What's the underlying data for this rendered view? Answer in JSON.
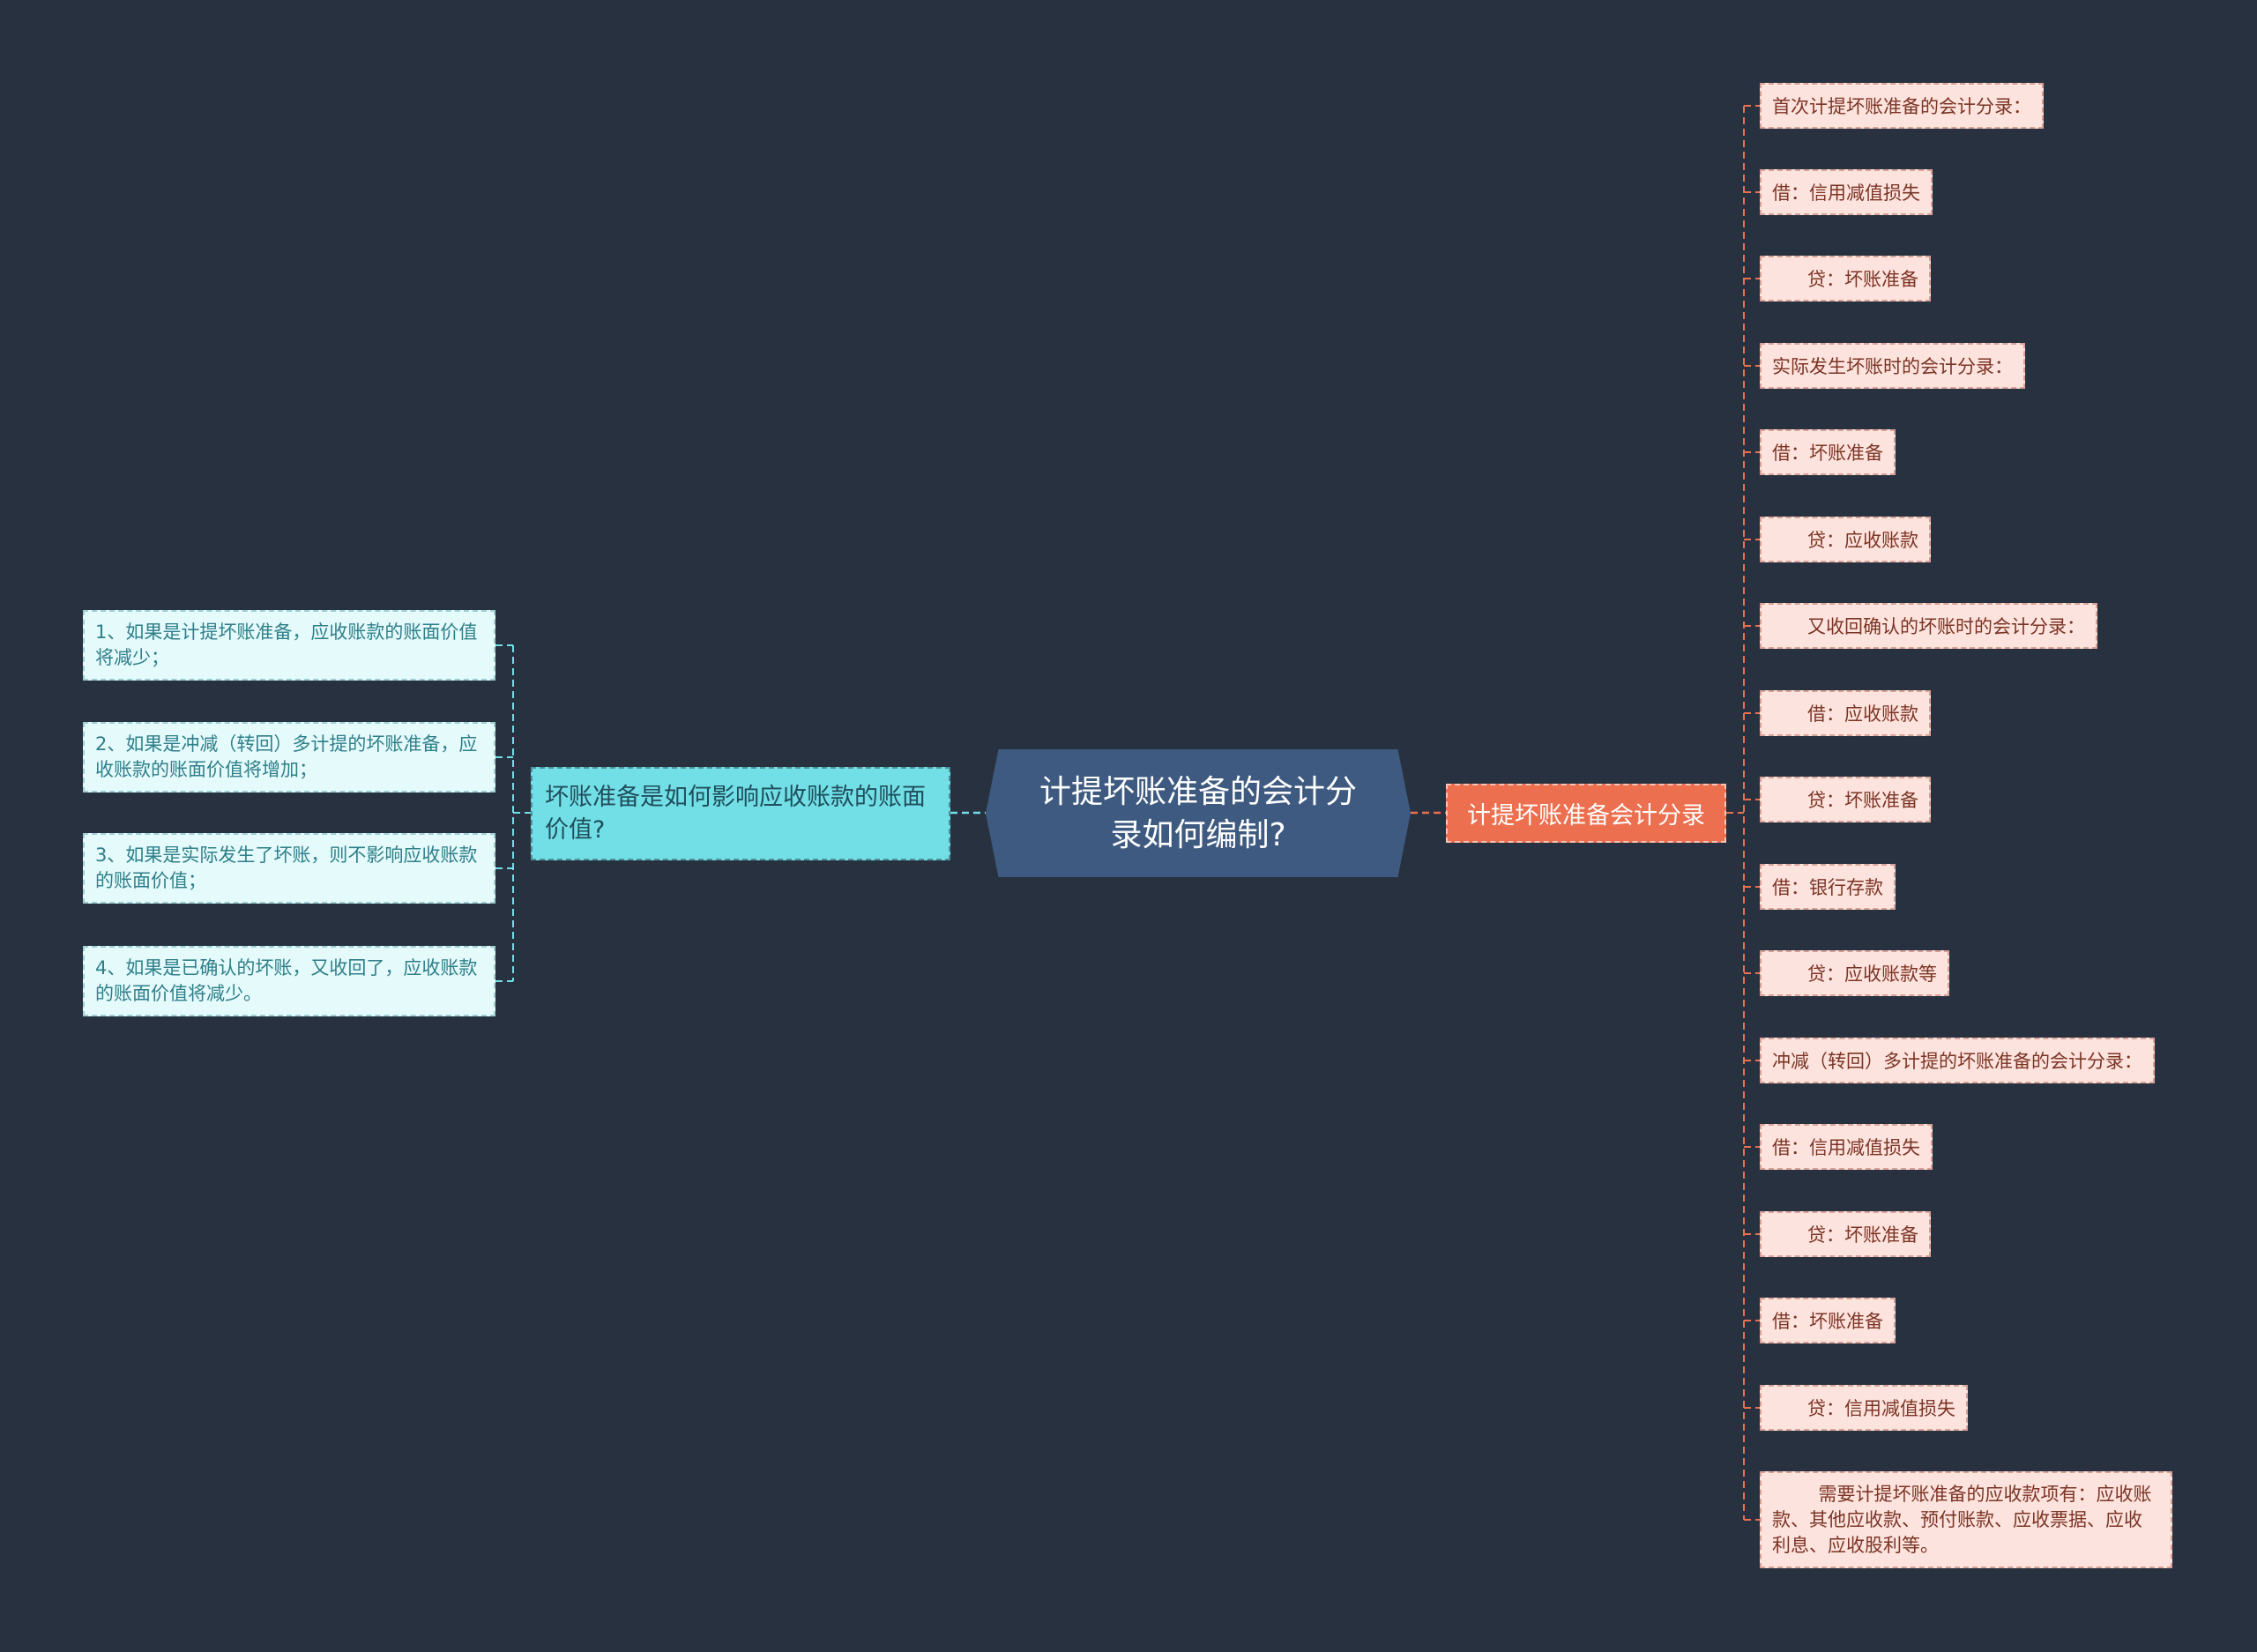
{
  "root": {
    "title": "计提坏账准备的会计分录如何编制?"
  },
  "right_branch": {
    "label": "计提坏账准备会计分录",
    "color": "#ec6f4f",
    "items": [
      "首次计提坏账准备的会计分录：",
      "借：信用减值损失",
      "      贷：坏账准备",
      "实际发生坏账时的会计分录：",
      "借：坏账准备",
      "      贷：应收账款",
      "      又收回确认的坏账时的会计分录：",
      "      借：应收账款",
      "      贷：坏账准备",
      "借：银行存款",
      "      贷：应收账款等",
      "冲减（转回）多计提的坏账准备的会计分录：",
      "借：信用减值损失",
      "      贷：坏账准备",
      "借：坏账准备",
      "      贷：信用减值损失",
      "需要计提坏账准备的应收款项有：应收账款、其他应收款、预付账款、应收票据、应收利息、应收股利等。"
    ]
  },
  "left_branch": {
    "label": "坏账准备是如何影响应收账款的账面价值?",
    "color": "#72dfe6",
    "items": [
      "1、如果是计提坏账准备，应收账款的账面价值将减少；",
      "2、如果是冲减（转回）多计提的坏账准备，应收账款的账面价值将增加；",
      "3、如果是实际发生了坏账，则不影响应收账款的账面价值；",
      "4、如果是已确认的坏账，又收回了，应收账款的账面价值将减少。"
    ]
  }
}
